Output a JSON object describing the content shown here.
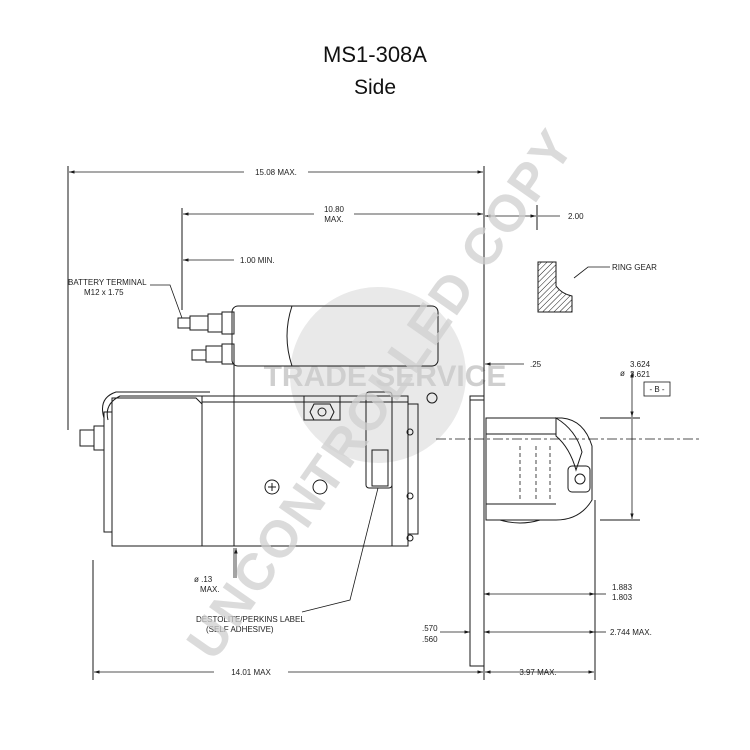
{
  "title": {
    "model": "MS1-308A",
    "view": "Side"
  },
  "dimensions": {
    "overall_length": "15.08 MAX.",
    "solenoid_length_line1": "10.80",
    "solenoid_length_line2": "MAX.",
    "terminal_min": "1.00 MIN.",
    "ring_gear_offset": "2.00",
    "clearance": ".25",
    "pilot_dia_upper": "3.624",
    "pilot_dia_lower": "3.621",
    "pilot_dia_prefix": "ø",
    "datum_ref": "- B -",
    "body_dia_line1": "ø .13",
    "body_dia_line2": "MAX.",
    "gear_pos_upper": "1.883",
    "gear_pos_lower": "1.803",
    "flange_upper": ".570",
    "flange_lower": ".560",
    "nose_length": "2.744 MAX.",
    "body_length": "14.01 MAX",
    "nose_extension": "3.97 MAX."
  },
  "labels": {
    "battery_terminal_line1": "BATTERY TERMINAL",
    "battery_terminal_line2": "M12 x 1.75",
    "ring_gear": "RING GEAR",
    "label_note_line1": "DESTOLITE/PERKINS LABEL",
    "label_note_line2": "(SELF ADHESIVE)"
  },
  "watermark": {
    "stamp": "UNCONTROLLED COPY",
    "logo": "TRADE SERVICE"
  },
  "colors": {
    "line": "#1a1a1a",
    "watermark": "#d9d9d9",
    "logo_disc": "#e6e6e6"
  }
}
